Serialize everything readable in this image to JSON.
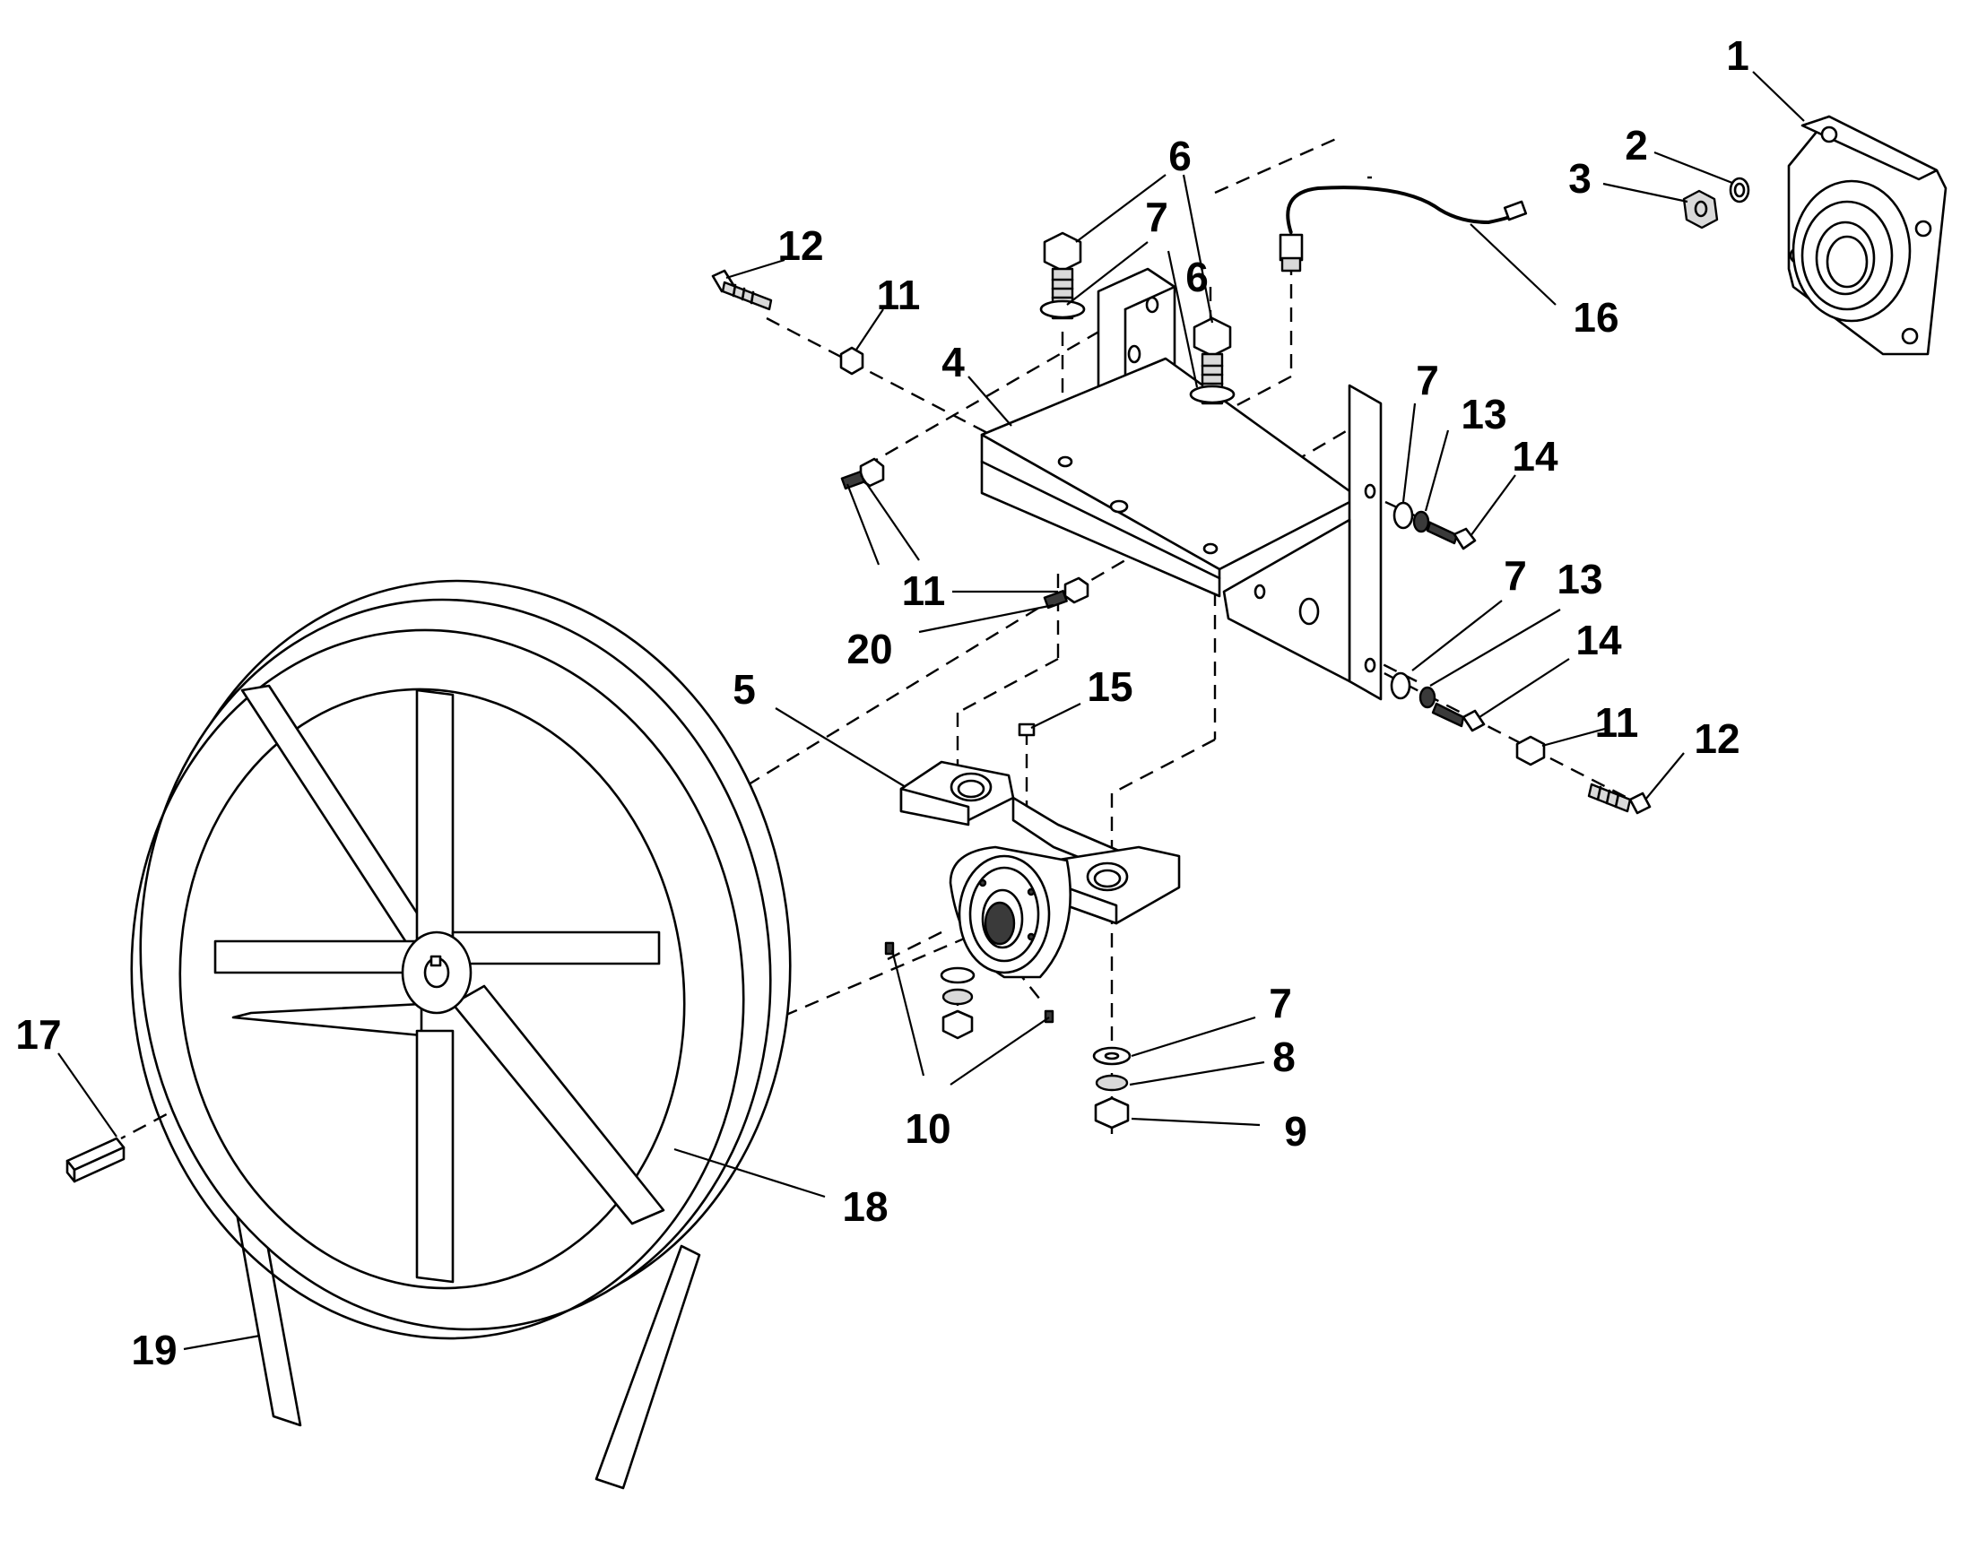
{
  "diagram": {
    "callouts": [
      {
        "id": "c1",
        "label": "1"
      },
      {
        "id": "c2",
        "label": "2"
      },
      {
        "id": "c3",
        "label": "3"
      },
      {
        "id": "c4",
        "label": "4"
      },
      {
        "id": "c5",
        "label": "5"
      },
      {
        "id": "c6a",
        "label": "6"
      },
      {
        "id": "c6b",
        "label": "6"
      },
      {
        "id": "c7a",
        "label": "7"
      },
      {
        "id": "c7b",
        "label": "7"
      },
      {
        "id": "c7c",
        "label": "7"
      },
      {
        "id": "c7d",
        "label": "7"
      },
      {
        "id": "c7e",
        "label": "7"
      },
      {
        "id": "c8",
        "label": "8"
      },
      {
        "id": "c9",
        "label": "9"
      },
      {
        "id": "c10",
        "label": "10"
      },
      {
        "id": "c11a",
        "label": "11"
      },
      {
        "id": "c11b",
        "label": "11"
      },
      {
        "id": "c11c",
        "label": "11"
      },
      {
        "id": "c12a",
        "label": "12"
      },
      {
        "id": "c12b",
        "label": "12"
      },
      {
        "id": "c13a",
        "label": "13"
      },
      {
        "id": "c13b",
        "label": "13"
      },
      {
        "id": "c14a",
        "label": "14"
      },
      {
        "id": "c14b",
        "label": "14"
      },
      {
        "id": "c15",
        "label": "15"
      },
      {
        "id": "c16",
        "label": "16"
      },
      {
        "id": "c17",
        "label": "17"
      },
      {
        "id": "c18",
        "label": "18"
      },
      {
        "id": "c19",
        "label": "19"
      },
      {
        "id": "c20",
        "label": "20"
      }
    ]
  }
}
